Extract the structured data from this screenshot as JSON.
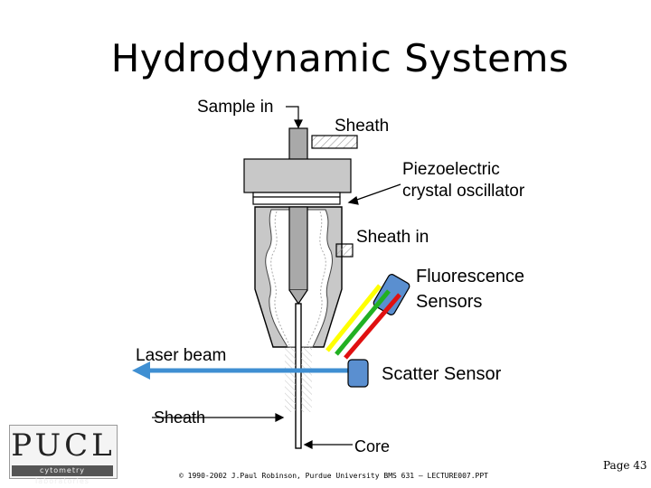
{
  "title": "Hydrodynamic Systems",
  "labels": {
    "sample_in": "Sample in",
    "sheath_top": "Sheath",
    "piezo_line1": "Piezoelectric",
    "piezo_line2": "crystal oscillator",
    "sheath_in": "Sheath in",
    "fluorescence_line1": "Fluorescence",
    "fluorescence_line2": "Sensors",
    "laser_beam": "Laser beam",
    "scatter_sensor": "Scatter Sensor",
    "sheath_bottom": "Sheath",
    "core": "Core"
  },
  "logo": {
    "text": "PUCL",
    "subtitle": "cytometry laboratories"
  },
  "footer": "© 1990-2002 J.Paul Robinson, Purdue University BMS 631 – LECTURE007.PPT",
  "page": "Page 43",
  "colors": {
    "body_gray": "#c8c8c8",
    "dark_gray": "#8a8a8a",
    "laser_blue": "#3f8fd2",
    "sensor_blue": "#5a8fd0",
    "beam_yellow": "#ffff00",
    "beam_green": "#22b022",
    "beam_red": "#e01010"
  }
}
